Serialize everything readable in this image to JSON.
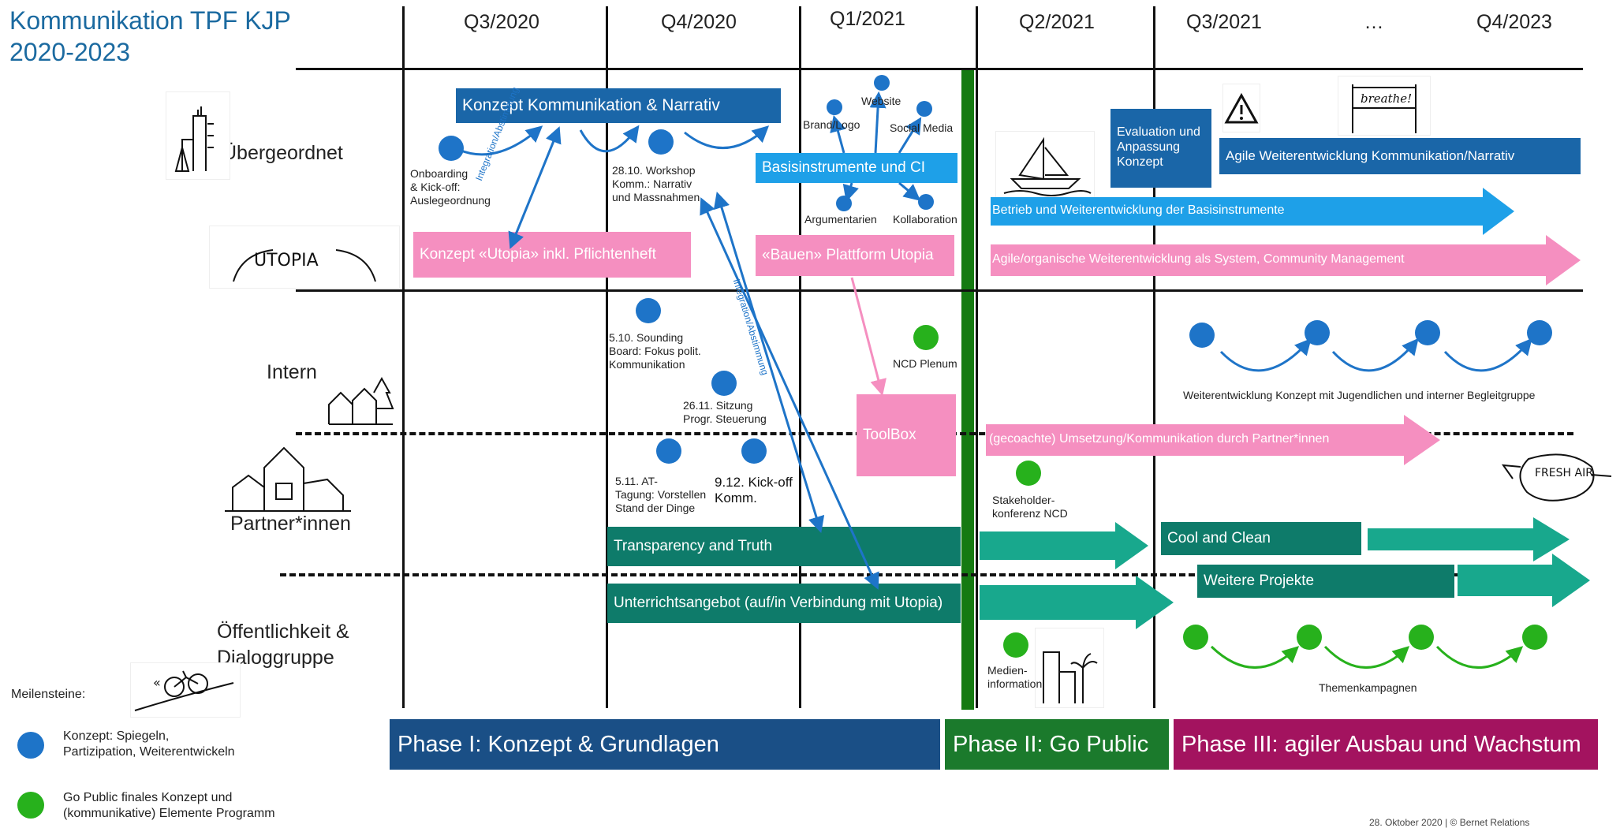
{
  "title_line1": "Kommunikation TPF KJP",
  "title_line2": "2020-2023",
  "quarters": [
    "Q3/2020",
    "Q4/2020",
    "Q1/2021",
    "Q2/2021",
    "Q3/2021",
    "…",
    "Q4/2023"
  ],
  "rows": {
    "uebergeordnet": "Übergeordnet",
    "intern": "Intern",
    "partner": "Partner*innen",
    "oeffentlichkeit_1": "Öffentlichkeit &",
    "oeffentlichkeit_2": "Dialoggruppe"
  },
  "boxes": {
    "konzept_narrativ": "Konzept Kommunikation  & Narrativ",
    "basisinstrumente": "Basisinstrumente und CI",
    "evaluation": "Evaluation und Anpassung Konzept",
    "agile_weiterentwicklung": "Agile Weiterentwicklung Kommunikation/Narrativ",
    "betrieb": "Betrieb  und  Weiterentwicklung  der Basisinstrumente",
    "konzept_utopia": "Konzept «Utopia» inkl. Pflichtenheft",
    "bauen_utopia": "«Bauen» Plattform Utopia",
    "agile_organisch": "Agile/organische  Weiterentwicklung  als System,  Community Management",
    "toolbox": "ToolBox",
    "gecoachte": "(gecoachte) Umsetzung/Kommunikation  durch Partner*innen",
    "transparency": "Transparency and Truth",
    "cool_clean": "Cool and Clean",
    "unterricht": "Unterrichtsangebot (auf/in Verbindung mit Utopia)",
    "weitere_projekte": "Weitere Projekte"
  },
  "notes": {
    "onboarding": "Onboarding\n& Kick-off:\nAuslegeordnung",
    "workshop": "28.10. Workshop\nKomm.: Narrativ\nund Massnahmen",
    "website": "Website",
    "brand": "Brand/Logo",
    "social": "Social Media",
    "argumentarien": "Argumentarien",
    "kollaboration": "Kollaboration",
    "sounding": "5.10. Sounding\nBoard: Fokus polit.\nKommunikation",
    "sitzung": "26.11. Sitzung\nProgr. Steuerung",
    "ncd_plenum": "NCD Plenum",
    "at_tagung": "5.11. AT-\nTagung: Vorstellen\nStand der Dinge",
    "kickoff_komm": "9.12. Kick-off\nKomm.",
    "weiterentwicklung_konzept": "Weiterentwicklung Konzept mit Jugendlichen und interner Begleitgruppe",
    "stakeholder": "Stakeholder-\nkonferenz NCD",
    "medien": "Medien-\ninformation",
    "themenkampagnen": "Themenkampagnen",
    "integration1": "Integration/Abstimmung",
    "integration2": "Integration/Abstimmung"
  },
  "phases": {
    "phase1": "Phase I: Konzept & Grundlagen",
    "phase2": "Phase II: Go Public",
    "phase3": "Phase III: agiler Ausbau und Wachstum"
  },
  "legend": {
    "title": "Meilensteine:",
    "blue": "Konzept: Spiegeln,\nPartizipation, Weiterentwickeln",
    "green": "Go Public finales Konzept und\n(kommunikative) Elemente Programm"
  },
  "icons": {
    "utopia_logo": "UTOPIA",
    "fresh_air": "FRESH AIR",
    "breathe": "breathe!"
  },
  "footer": "28. Oktober 2020 | © Bernet Relations",
  "colors": {
    "dark_blue": "#1a66a8",
    "light_blue": "#1ea0e8",
    "pink": "#f58fc0",
    "teal_dark": "#0e7b6a",
    "teal": "#18a88d",
    "green_bar": "#157a12",
    "phase1": "#1a4f86",
    "phase2": "#1b7a2c",
    "phase3": "#a3135f"
  }
}
